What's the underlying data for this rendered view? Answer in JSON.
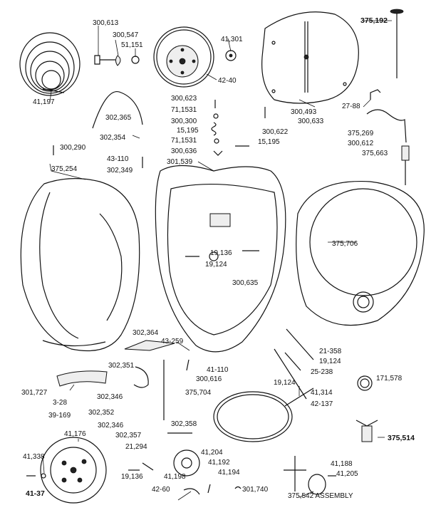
{
  "diagram": {
    "labels": [
      "300,613",
      "300,547",
      "51,151",
      "41,301",
      "375,192",
      "41,197",
      "42-40",
      "300,623",
      "71,1531",
      "300,300",
      "15,195",
      "71,1531",
      "300,636",
      "302,365",
      "300,493",
      "300,633",
      "27-88",
      "302,354",
      "300,290",
      "300,622",
      "15,195",
      "375,269",
      "300,612",
      "375,663",
      "43-110",
      "302,349",
      "301,539",
      "375,254",
      "375,706",
      "19,136",
      "19,124",
      "300,635",
      "302,364",
      "43-259",
      "21-358",
      "19,124",
      "25-238",
      "302,351",
      "41-110",
      "300,616",
      "171,578",
      "301,727",
      "3-28",
      "302,346",
      "375,704",
      "19,124",
      "41,314",
      "39-169",
      "302,352",
      "42-137",
      "302,346",
      "302,358",
      "302,357",
      "41,176",
      "21,294",
      "41,204",
      "375,514",
      "41,338",
      "41,188",
      "41,192",
      "41,205",
      "19,136",
      "41,198",
      "41,194",
      "41-37",
      "42-60",
      "301,740",
      "375,542 ASSEMBLY"
    ]
  }
}
